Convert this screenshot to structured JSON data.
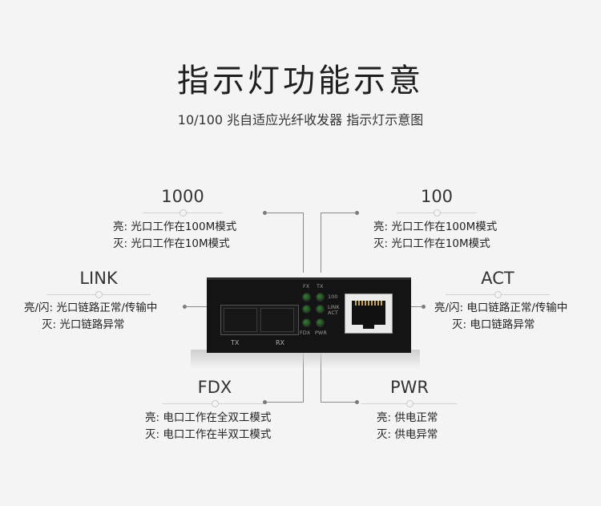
{
  "header": {
    "title": "指示灯功能示意",
    "subtitle": "10/100 兆自适应光纤收发器 指示灯示意图"
  },
  "indicators": {
    "g1000": {
      "label": "1000",
      "line1": "亮: 光口工作在100M模式",
      "line2": "灭: 光口工作在10M模式"
    },
    "g100": {
      "label": "100",
      "line1": "亮: 光口工作在100M模式",
      "line2": "灭: 光口工作在10M模式"
    },
    "link": {
      "label": "LINK",
      "line1": "亮/闪: 光口链路正常/传输中",
      "line2": "灭: 光口链路异常"
    },
    "act": {
      "label": "ACT",
      "line1": "亮/闪: 电口链路正常/传输中",
      "line2": "灭: 电口链路异常"
    },
    "fdx": {
      "label": "FDX",
      "line1": "亮: 电口工作在全双工模式",
      "line2": "灭: 电口工作在半双工模式"
    },
    "pwr": {
      "label": "PWR",
      "line1": "亮: 供电正常",
      "line2": "灭: 供电异常"
    }
  },
  "device": {
    "sfp_tx": "TX",
    "sfp_rx": "RX",
    "led_fx": "FX",
    "led_tx": "TX",
    "led_100": "100",
    "led_link": "LINK",
    "led_act": "ACT",
    "led_fdx": "FDX",
    "led_pwr": "PWR"
  },
  "colors": {
    "background": "#f4f4f4",
    "device_body": "#141414",
    "led": "#2f6a2f",
    "callout_line": "#8a8a8a"
  }
}
